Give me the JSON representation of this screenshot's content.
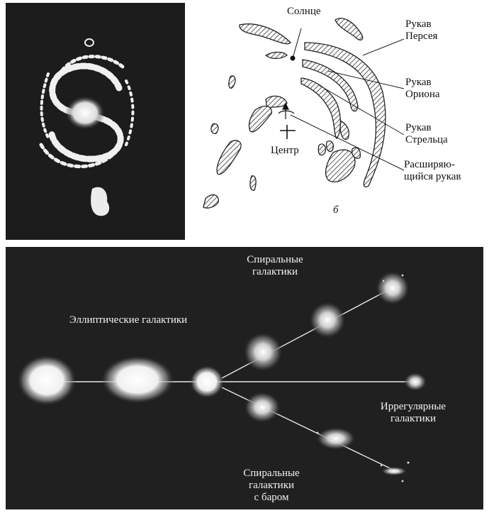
{
  "figure_b": {
    "sun_label": "Солнце",
    "center_label": "Центр",
    "arms": [
      {
        "label": "Рукав\nПерсея"
      },
      {
        "label": "Рукав\nОриона"
      },
      {
        "label": "Рукав\nСтрельца"
      },
      {
        "label": "Расширяю-\nщийся рукав"
      }
    ],
    "panel_letter": "б"
  },
  "figure_c": {
    "elliptical_label": "Эллиптические галактики",
    "spiral_label": "Спиральные\nгалактики",
    "irregular_label": "Иррегулярные\nгалактики",
    "barred_label": "Спиральные\nгалактики\nс баром"
  }
}
